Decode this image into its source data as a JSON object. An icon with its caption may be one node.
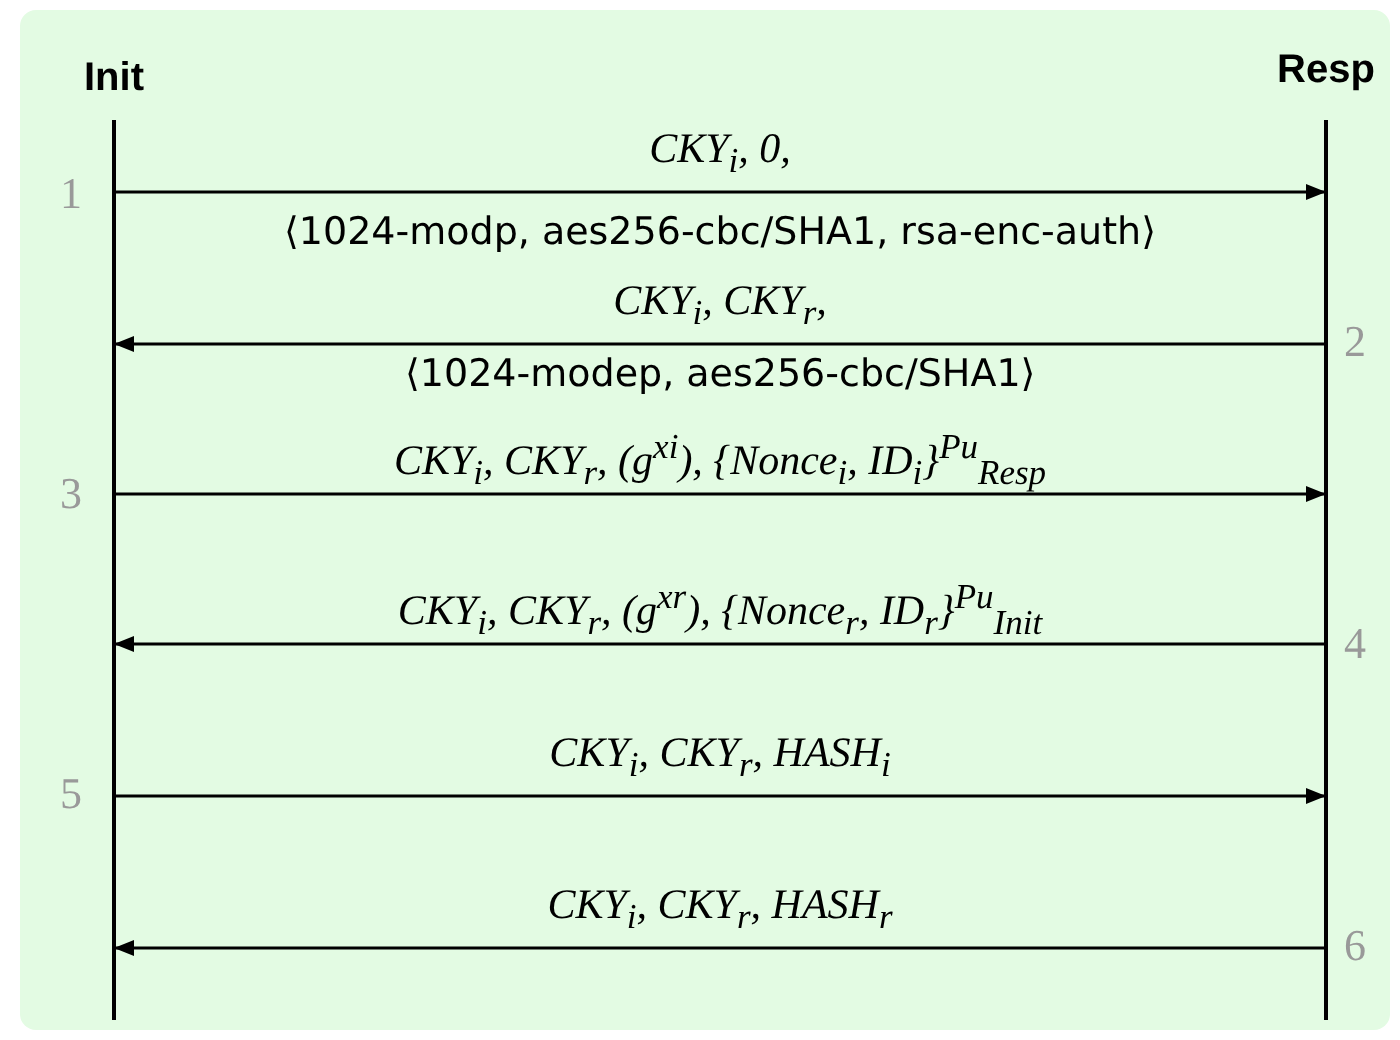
{
  "diagram": {
    "nodes": [
      {
        "text": [
          "Init"
        ]
      },
      {
        "text": [
          "Resp"
        ]
      }
    ],
    "edges": [
      {
        "from": 0,
        "to": 1,
        "arrow": "to",
        "label": "CKY$_{i}$, 0,"
      },
      {
        "from": 1,
        "to": 0,
        "arrow": "to",
        "label": "CKY$_{i}$, CKY$_{r}$,"
      },
      {
        "from": 0,
        "to": 1,
        "arrow": "to",
        "label": "CKY$_{i}$, CKY$_{r}$, (g$^{xi}$), {Nonce$_{i}$, ID$_{i}$}$^{Pu}$$_{Resp}$"
      },
      {
        "from": 1,
        "to": 0,
        "arrow": "to",
        "label": "CKY$_{i}$, CKY$_{r}$, (g$^{xr}$), {Nonce$_{r}$, ID$_{r}$}$^{Pu}$$_{Init}$"
      },
      {
        "from": 0,
        "to": 1,
        "arrow": "to",
        "label": "CKY$_{i}$, CKY$_{r}$, HASH$_{i}$"
      },
      {
        "from": 1,
        "to": 0,
        "arrow": "to",
        "label": "CKY$_{i}$, CKY$_{r}$, HASH$_{r}$"
      }
    ],
    "labels": [
      "1",
      "⟨1024-modp, aes256-cbc/SHA1, rsa-enc-auth⟩",
      "2",
      "⟨1024-modep, aes256-cbc/SHA1⟩",
      "3",
      "4",
      "5",
      "6"
    ]
  }
}
